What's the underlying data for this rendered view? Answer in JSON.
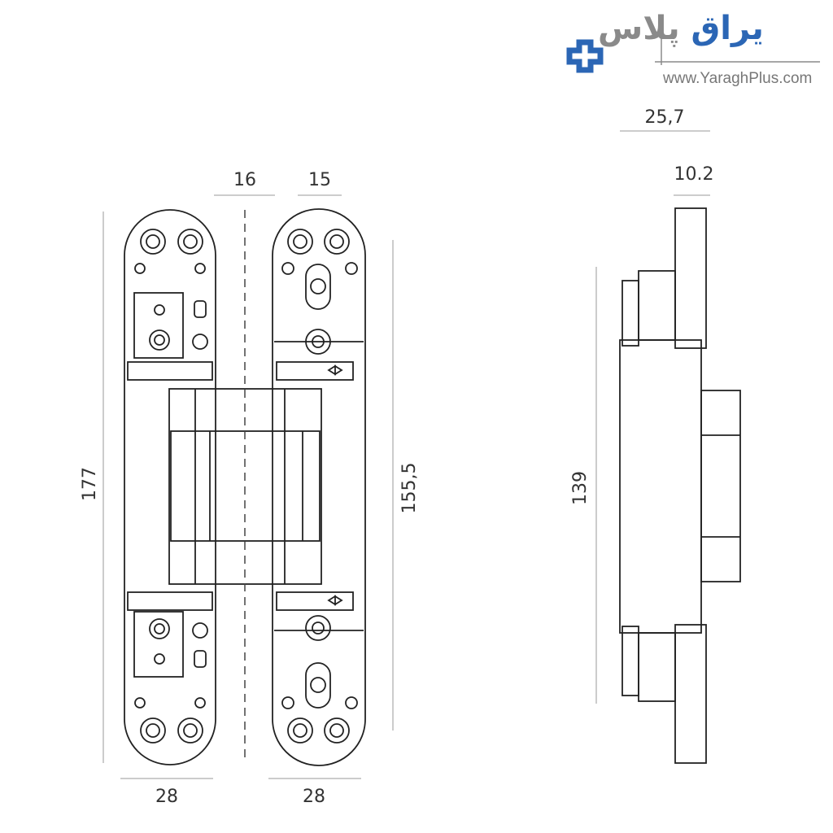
{
  "logo": {
    "brand_fa": "یراق",
    "brand_fa_plus": "پلاس",
    "url": "www.YaraghPlus.com",
    "colors": {
      "blue": "#2b66b5",
      "gray": "#8a8a8a"
    }
  },
  "dimensions": {
    "overall_height": "177",
    "mount_spacing": "155,5",
    "left_width": "28",
    "right_width": "28",
    "gap": "16",
    "body_offset": "15",
    "side_depth": "25,7",
    "side_plate": "10.2",
    "side_body_height": "139"
  }
}
